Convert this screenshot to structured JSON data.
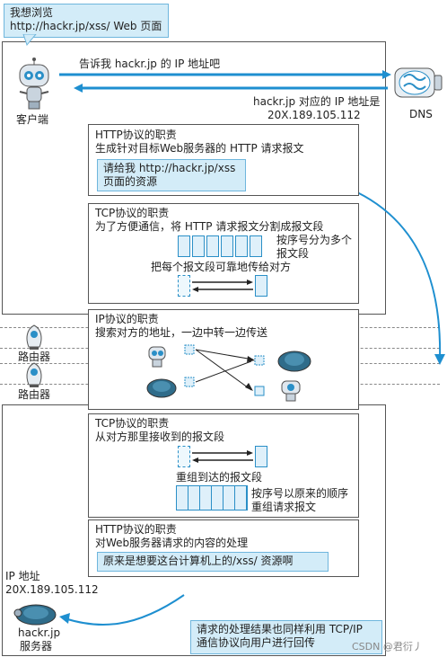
{
  "speech_bubble": [
    "我想浏览",
    "http://hackr.jp/xss/ Web 页面"
  ],
  "client_label": "客户端",
  "dns_label": "DNS",
  "dns_query": "告诉我 hackr.jp 的 IP 地址吧",
  "dns_reply": [
    "hackr.jp 对应的 IP 地址是",
    "20X.189.105.112"
  ],
  "http_panel": {
    "title": "HTTP协议的职责",
    "desc": "生成针对目标Web服务器的 HTTP 请求报文",
    "request_note": [
      "请给我 http://hackr.jp/xss",
      "页面的资源"
    ]
  },
  "tcp_panel": {
    "title": "TCP协议的职责",
    "desc": "为了方便通信，将 HTTP 请求报文分割成报文段",
    "segment_note": [
      "按序号分为多个",
      "报文段"
    ],
    "reliable_note": "把每个报文段可靠地传给对方"
  },
  "ip_panel": {
    "title": "IP协议的职责",
    "desc": "搜索对方的地址，一边中转一边传送"
  },
  "routers": [
    "路由器",
    "路由器"
  ],
  "tcp_panel2": {
    "title": "TCP协议的职责",
    "desc": "从对方那里接收到的报文段",
    "reassembled": "重组到达的报文段",
    "order_note": [
      "按序号以原来的顺序",
      "重组请求报文"
    ]
  },
  "http_panel2": {
    "title": "HTTP协议的职责",
    "desc": "对Web服务器请求的内容的处理",
    "resource_note": "原来是想要这台计算机上的/xss/ 资源啊"
  },
  "server": {
    "ip_label": "IP 地址",
    "ip_value": "20X.189.105.112",
    "name": [
      "hackr.jp",
      "服务器"
    ]
  },
  "response_note": [
    "请求的处理结果也同样利用 TCP/IP",
    "通信协议向用户进行回传"
  ],
  "watermark": "CSDN @君衍丿",
  "colors": {
    "blue": "#1e8fd0",
    "callout": "#d3ecf8",
    "segment": "#dff0fa"
  }
}
